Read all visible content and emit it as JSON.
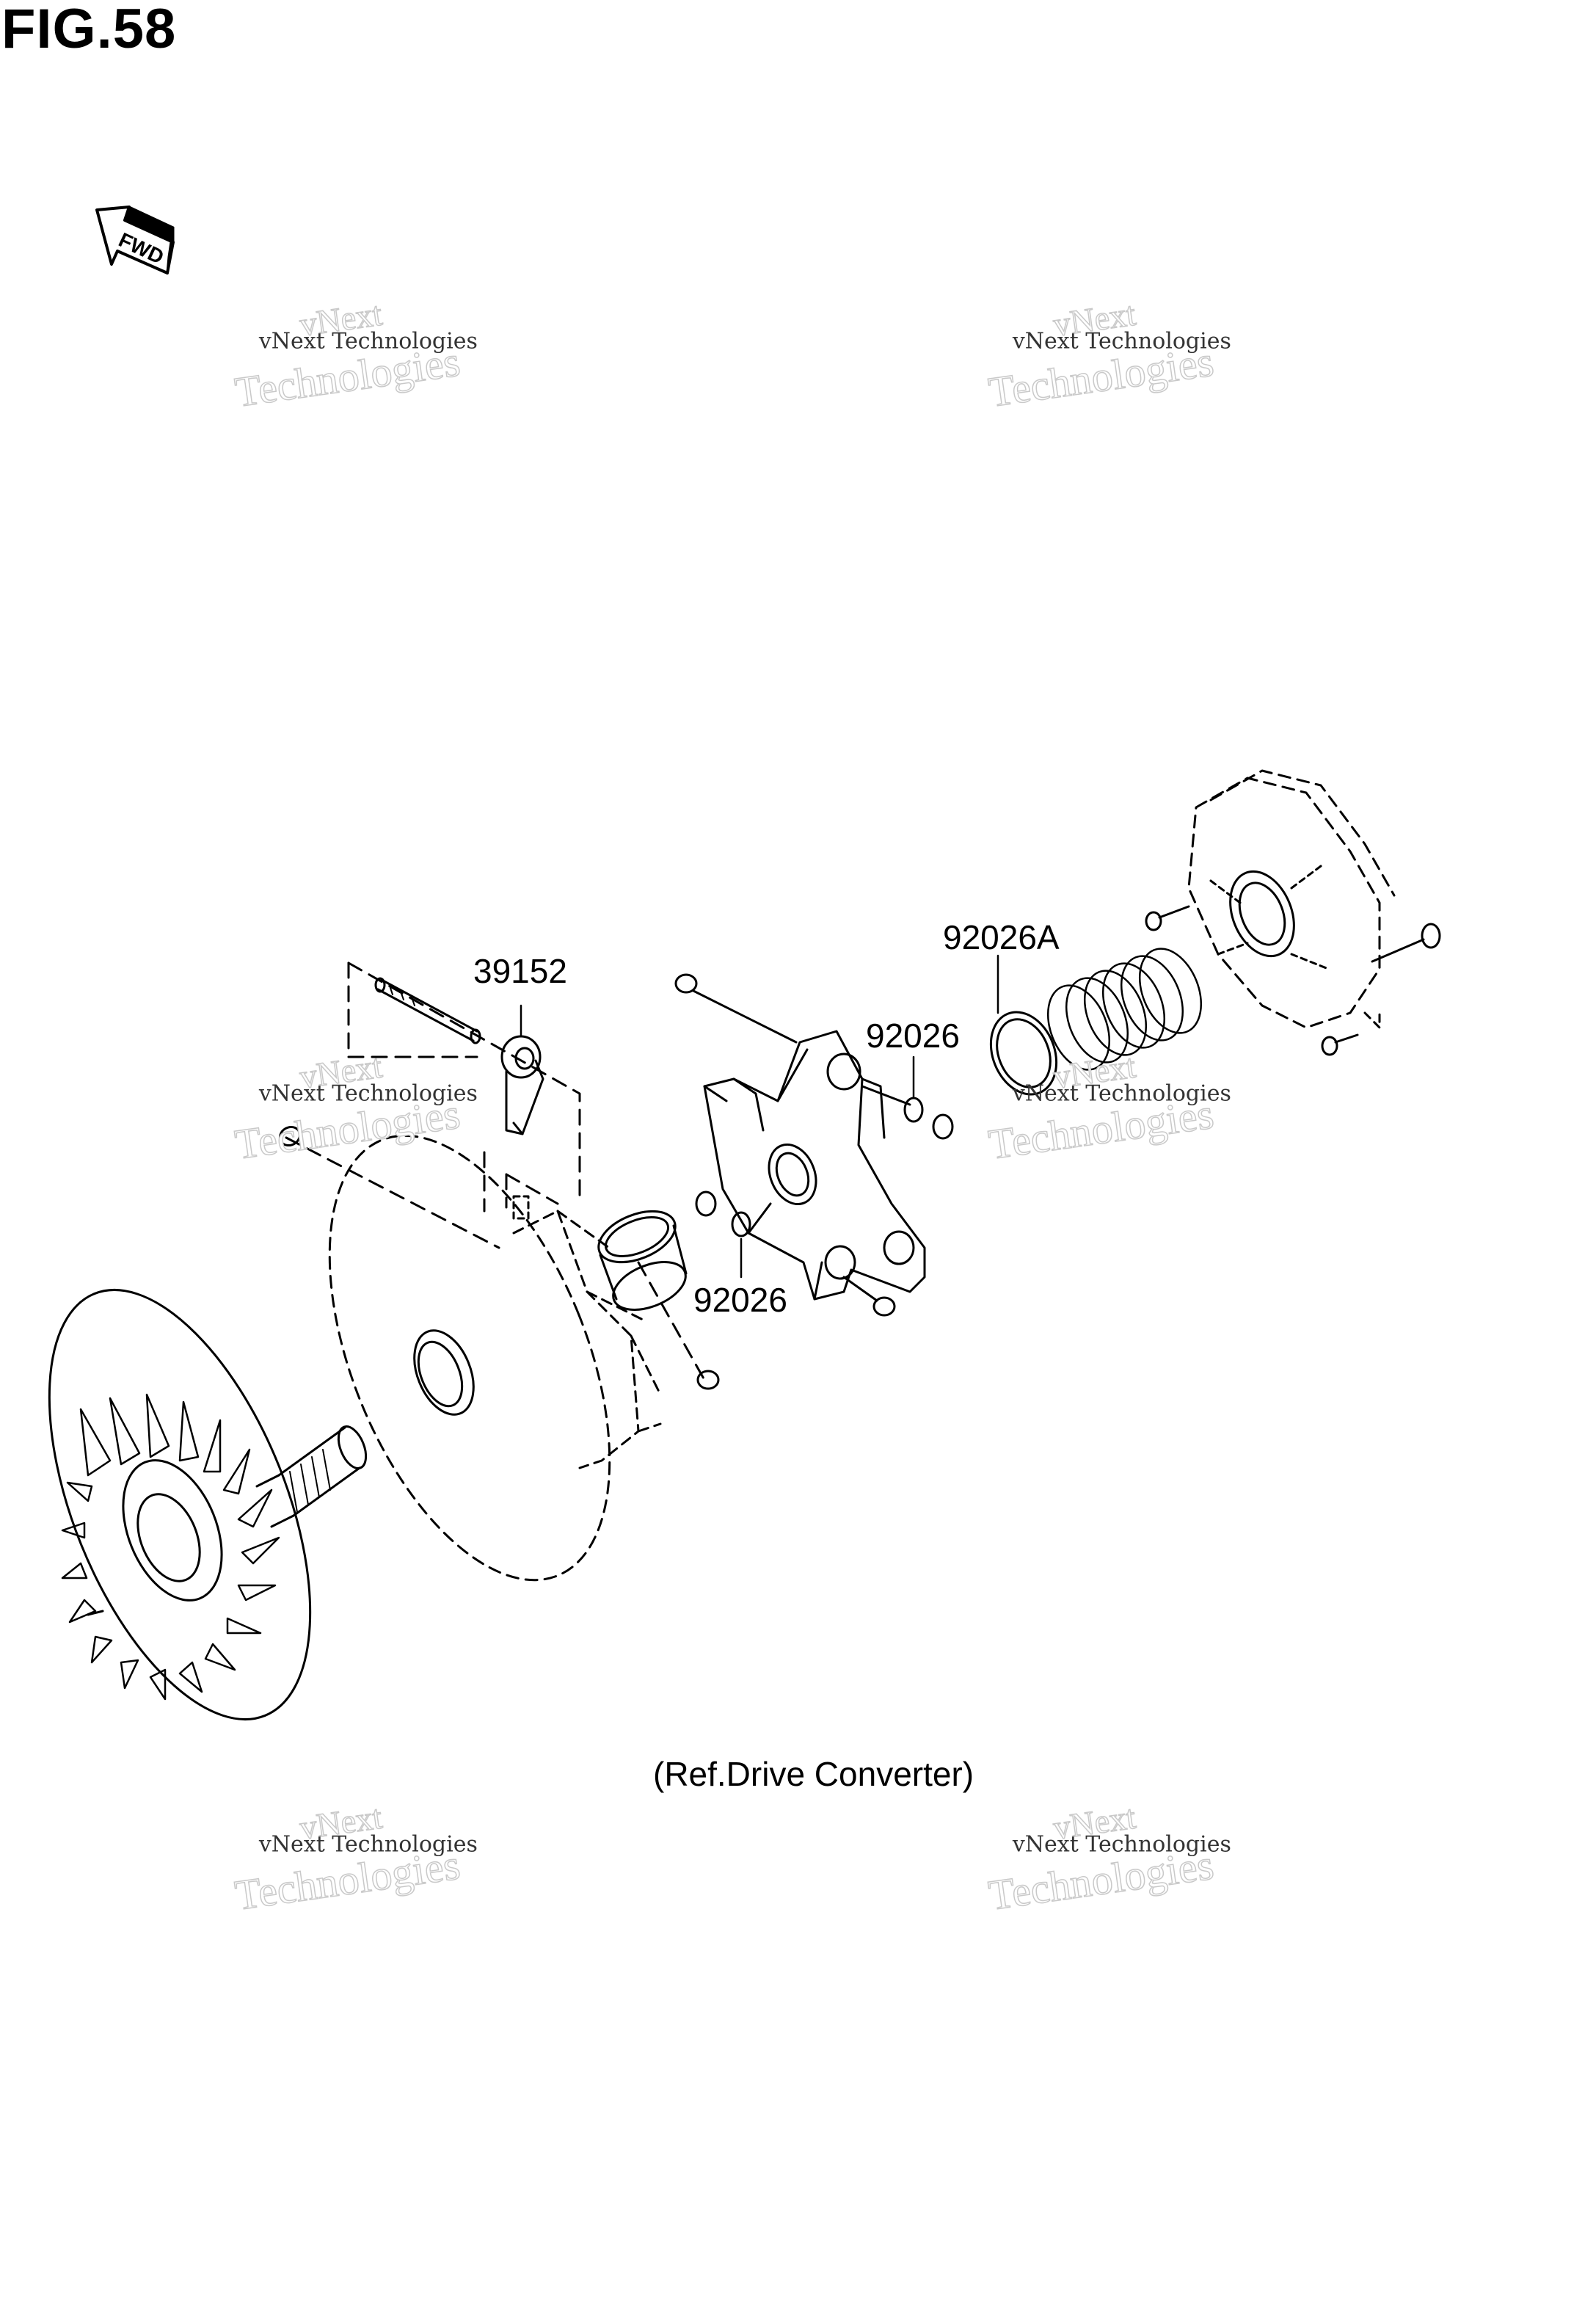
{
  "figure": {
    "title": "FIG.58"
  },
  "fwd_label": "FWD",
  "parts": [
    {
      "id": "p1",
      "label": "39152"
    },
    {
      "id": "p2",
      "label": "92026A"
    },
    {
      "id": "p3",
      "label": "92026"
    },
    {
      "id": "p4",
      "label": "92026"
    }
  ],
  "caption": "(Ref.Drive Converter)",
  "watermark": {
    "line1": "vNext",
    "line2": "vNext Technologies",
    "line3": "Technologies"
  }
}
